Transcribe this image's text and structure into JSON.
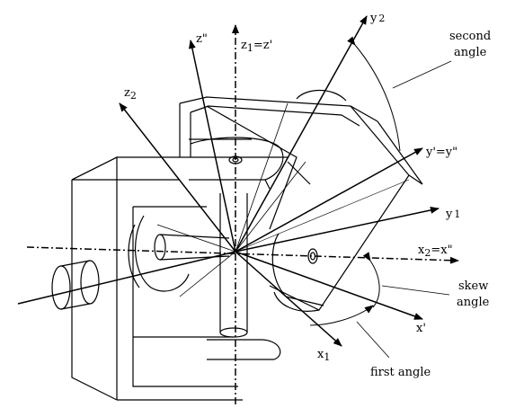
{
  "labels": {
    "z_dblprime": "z\"",
    "z1_eq_zprime": "z1=z'",
    "z1_base": "z",
    "z1_sub": "1",
    "z1_rest": "=z'",
    "z2": "z",
    "z2_sub": "2",
    "y2": "y",
    "y2_sub": "2",
    "second_angle_line1": "second",
    "second_angle_line2": "angle",
    "yprime_eq_ydblprime": "y'=y\"",
    "y1": "y",
    "y1_sub": "1",
    "x2_eq_xdblprime": "x",
    "x2_sub": "2",
    "x2_rest": "=x\"",
    "skew_angle_line1": "skew",
    "skew_angle_line2": "angle",
    "xprime": "x'",
    "x1": "x",
    "x1_sub": "1",
    "first_angle": "first angle"
  },
  "colors": {
    "ink": "#000000",
    "background": "#ffffff"
  }
}
